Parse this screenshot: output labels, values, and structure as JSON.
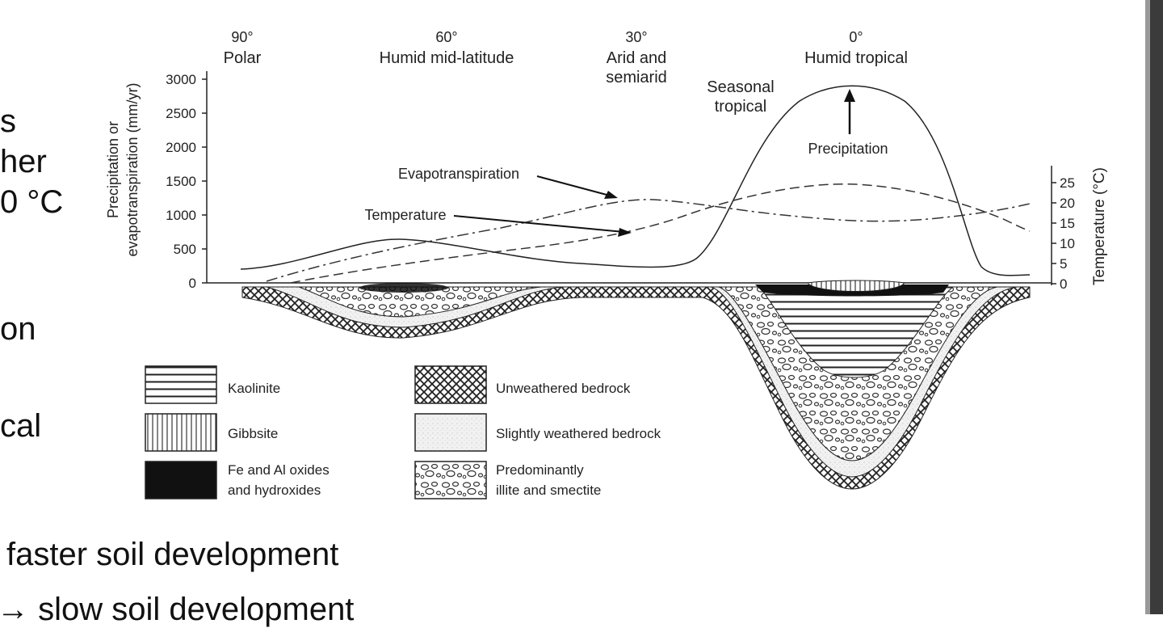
{
  "slide": {
    "fragments": [
      "s",
      "her",
      "0 °C",
      "on",
      "cal",
      "faster soil development",
      "→ slow soil development"
    ]
  },
  "diagram": {
    "zones": [
      {
        "lat": "90°",
        "name": "Polar"
      },
      {
        "lat": "60°",
        "name": "Humid mid-latitude"
      },
      {
        "lat": "30°",
        "name": "Arid and",
        "name2": "semiarid"
      },
      {
        "lat": "0°",
        "name": "Humid tropical"
      }
    ],
    "seasonal": [
      "Seasonal",
      "tropical"
    ],
    "left_axis_label": [
      "Precipitation or",
      "evapotranspiration (mm/yr)"
    ],
    "left_ticks": [
      "3000",
      "2500",
      "2000",
      "1500",
      "1000",
      "500",
      "0"
    ],
    "right_axis_label": "Temperature (°C)",
    "right_ticks": [
      "25",
      "20",
      "15",
      "10",
      "5",
      "0"
    ],
    "curve_labels": {
      "evapotranspiration": "Evapotranspiration",
      "temperature": "Temperature",
      "precipitation": "Precipitation"
    },
    "legend": [
      {
        "label": "Kaolinite"
      },
      {
        "label": "Gibbsite"
      },
      {
        "label": "Fe and Al oxides",
        "label2": "and hydroxides"
      },
      {
        "label": "Unweathered bedrock"
      },
      {
        "label": "Slightly weathered bedrock"
      },
      {
        "label": "Predominantly",
        "label2": "illite and smectite"
      }
    ]
  }
}
